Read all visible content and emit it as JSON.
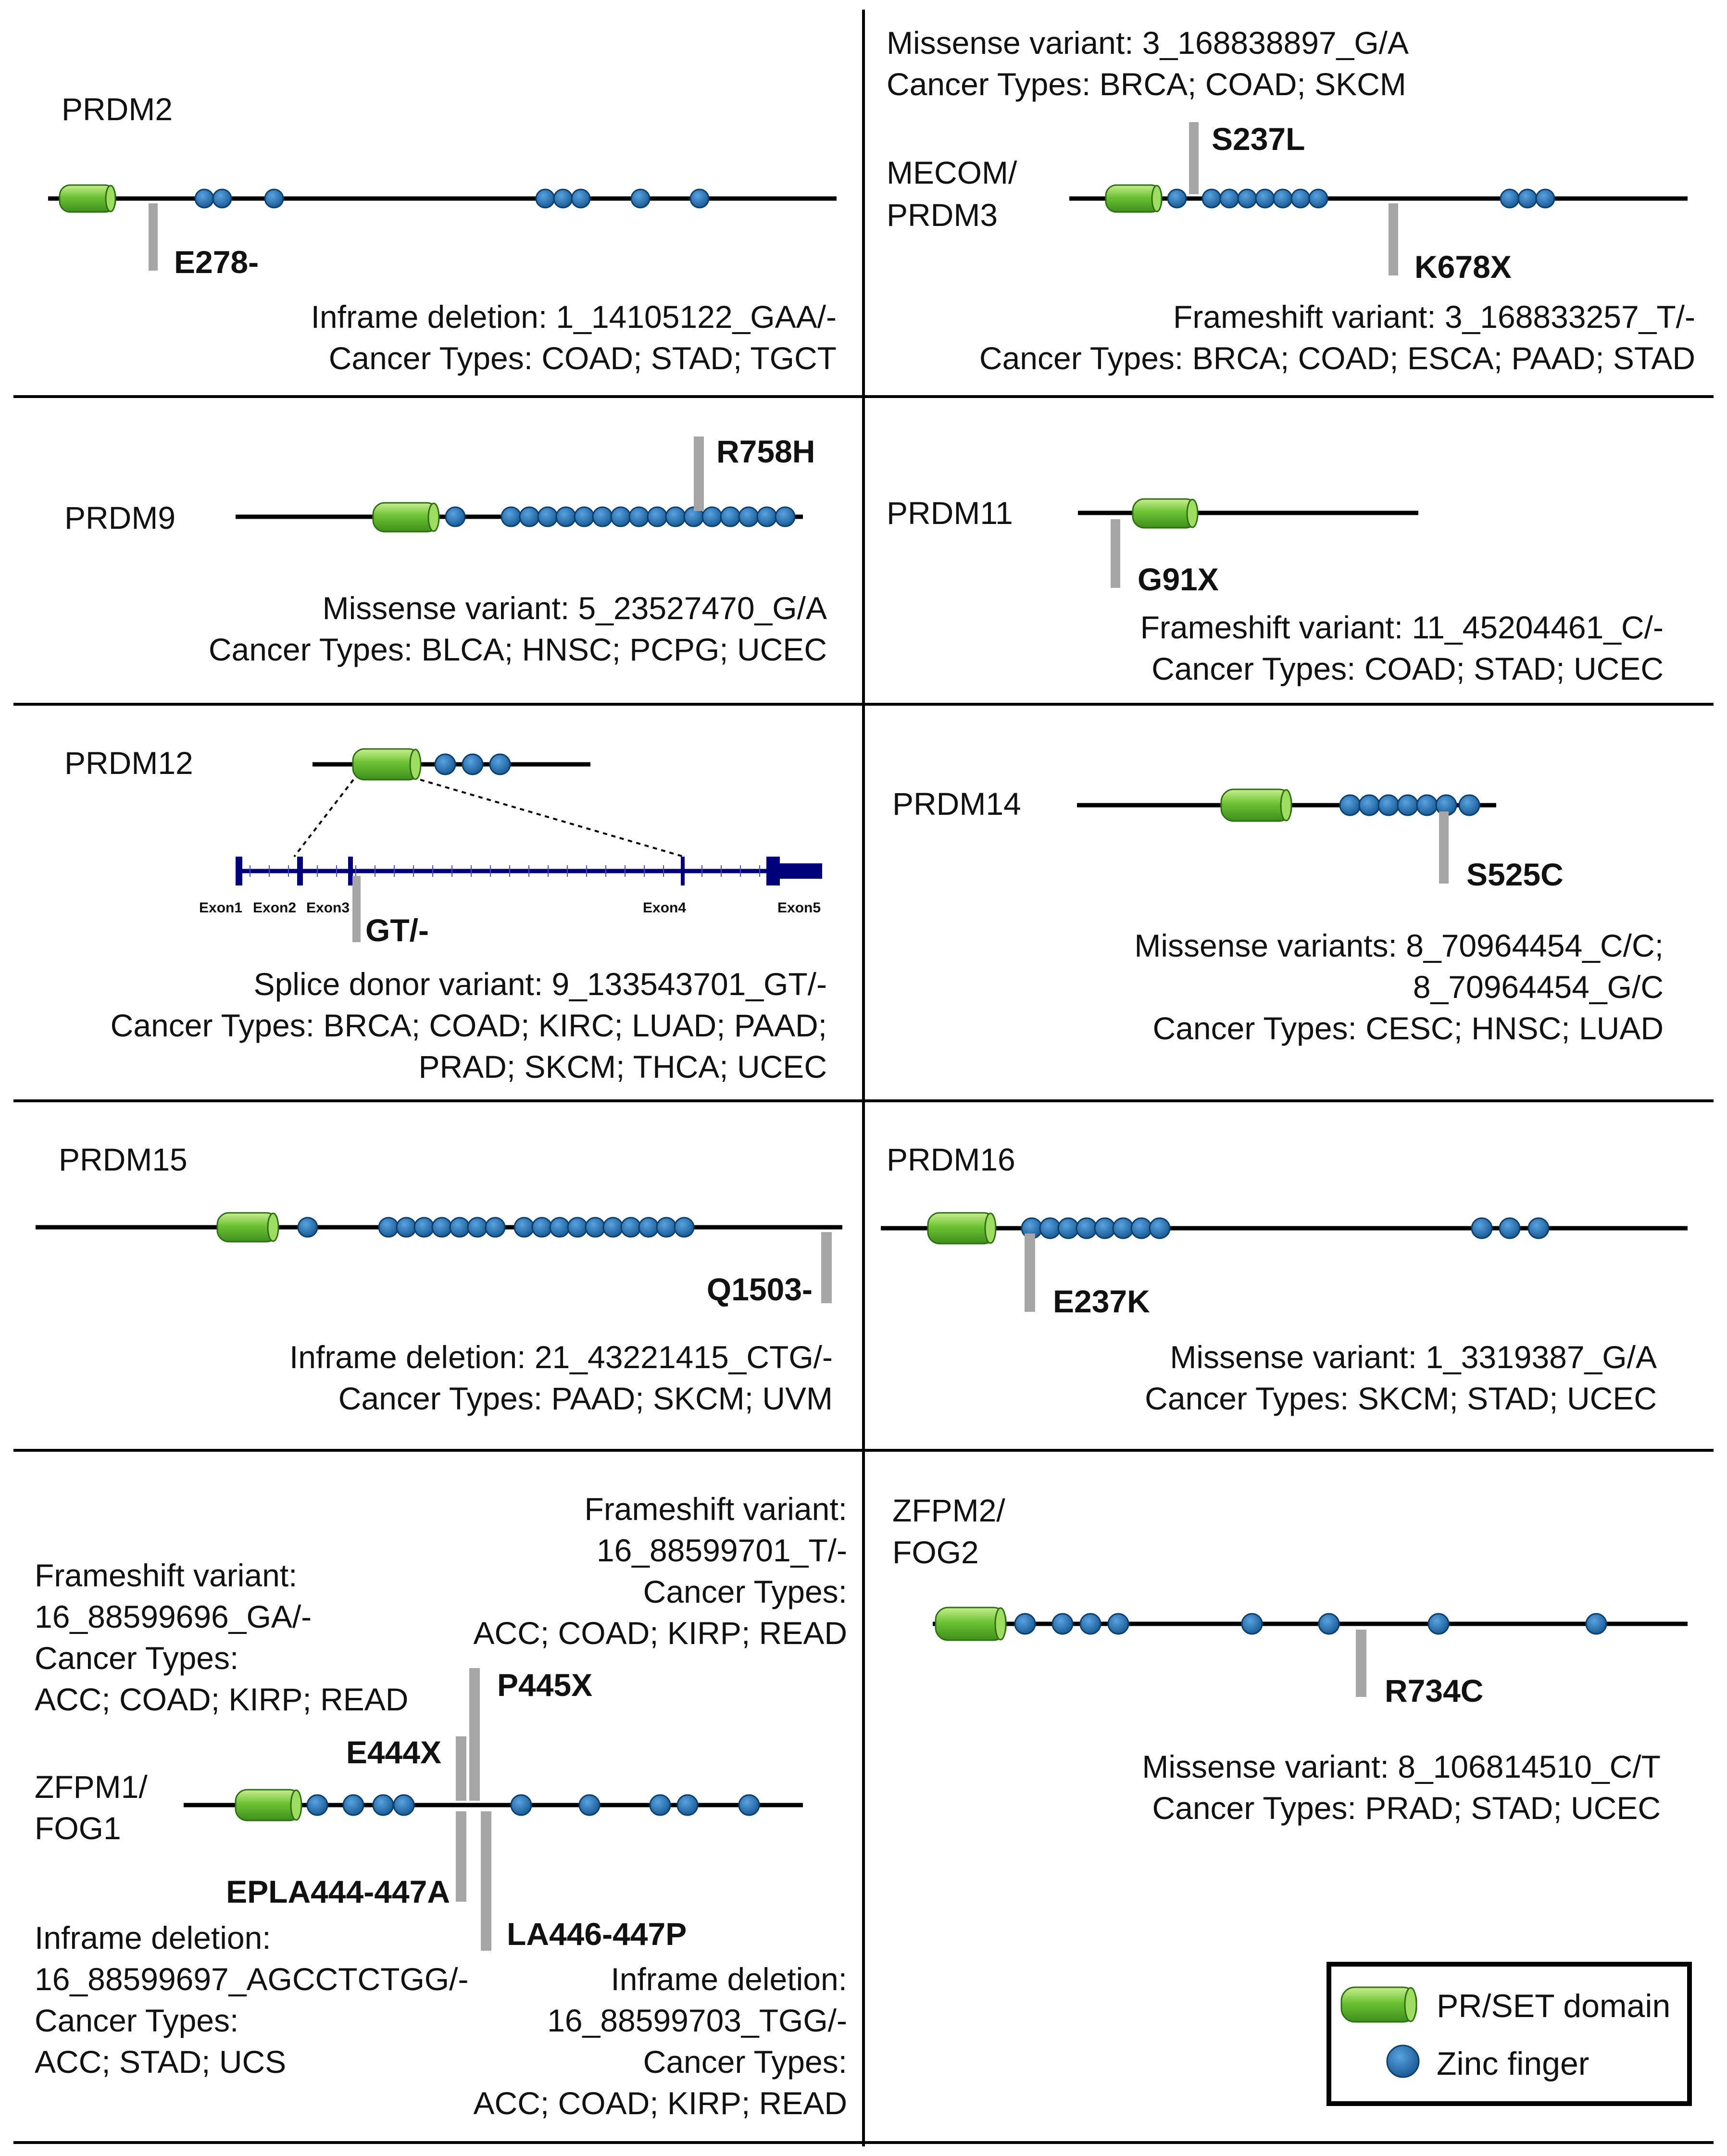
{
  "colors": {
    "protein_line": "#000000",
    "pr_set": "#5bb82c",
    "zinc_finger": "#1f6fb2",
    "mutation_bar": "#a6a6a6",
    "exon_track": "#00007a"
  },
  "panels": [
    {
      "id": "prdm2",
      "gene": [
        "PRDM2"
      ],
      "mutations": [
        {
          "label": "E278-"
        }
      ],
      "description": [
        "Inframe deletion: 1_14105122_GAA/-",
        "Cancer Types: COAD; STAD; TGCT"
      ]
    },
    {
      "id": "prdm3",
      "gene": [
        "MECOM/",
        "PRDM3"
      ],
      "mutations": [
        {
          "label": "S237L"
        },
        {
          "label": "K678X"
        }
      ],
      "description": [
        "Missense variant: 3_168838897_G/A",
        "Cancer Types: BRCA; COAD; SKCM"
      ],
      "description2": [
        "Frameshift variant: 3_168833257_T/-",
        "Cancer Types: BRCA; COAD; ESCA; PAAD; STAD"
      ]
    },
    {
      "id": "prdm9",
      "gene": [
        "PRDM9"
      ],
      "mutations": [
        {
          "label": "R758H"
        }
      ],
      "description": [
        "Missense variant: 5_23527470_G/A",
        "Cancer Types: BLCA; HNSC; PCPG; UCEC"
      ]
    },
    {
      "id": "prdm11",
      "gene": [
        "PRDM11"
      ],
      "mutations": [
        {
          "label": "G91X"
        }
      ],
      "description": [
        "Frameshift variant: 11_45204461_C/-",
        "Cancer Types: COAD; STAD; UCEC"
      ]
    },
    {
      "id": "prdm12",
      "gene": [
        "PRDM12"
      ],
      "mutations": [
        {
          "label": "GT/-"
        }
      ],
      "exons": [
        "Exon1",
        "Exon2",
        "Exon3",
        "Exon4",
        "Exon5"
      ],
      "description": [
        "Splice donor variant: 9_133543701_GT/-",
        "Cancer Types: BRCA; COAD; KIRC; LUAD; PAAD;",
        "PRAD; SKCM; THCA; UCEC"
      ]
    },
    {
      "id": "prdm14",
      "gene": [
        "PRDM14"
      ],
      "mutations": [
        {
          "label": "S525C"
        }
      ],
      "description": [
        "Missense variants: 8_70964454_C/C;",
        "8_70964454_G/C",
        "Cancer Types: CESC; HNSC; LUAD"
      ]
    },
    {
      "id": "prdm15",
      "gene": [
        "PRDM15"
      ],
      "mutations": [
        {
          "label": "Q1503-"
        }
      ],
      "description": [
        "Inframe deletion: 21_43221415_CTG/-",
        "Cancer Types: PAAD; SKCM; UVM"
      ]
    },
    {
      "id": "prdm16",
      "gene": [
        "PRDM16"
      ],
      "mutations": [
        {
          "label": "E237K"
        }
      ],
      "description": [
        "Missense variant: 1_3319387_G/A",
        "Cancer Types: SKCM; STAD; UCEC"
      ]
    },
    {
      "id": "zfpm1",
      "gene": [
        "ZFPM1/",
        "FOG1"
      ],
      "mutations": [
        {
          "label": "E444X"
        },
        {
          "label": "P445X"
        },
        {
          "label": "EPLA444-447A"
        },
        {
          "label": "LA446-447P"
        }
      ],
      "notes": [
        [
          "Frameshift variant:",
          "16_88599696_GA/-",
          "Cancer Types:",
          "ACC; COAD; KIRP; READ"
        ],
        [
          "Frameshift variant:",
          "16_88599701_T/-",
          "Cancer Types:",
          "ACC; COAD; KIRP; READ"
        ],
        [
          "Inframe deletion:",
          "16_88599697_AGCCTCTGG/-",
          "Cancer Types:",
          "ACC; STAD; UCS"
        ],
        [
          "Inframe deletion:",
          "16_88599703_TGG/-",
          "Cancer Types:",
          "ACC; COAD; KIRP; READ"
        ]
      ]
    },
    {
      "id": "zfpm2",
      "gene": [
        "ZFPM2/",
        "FOG2"
      ],
      "mutations": [
        {
          "label": "R734C"
        }
      ],
      "description": [
        "Missense variant: 8_106814510_C/T",
        "Cancer Types: PRAD; STAD; UCEC"
      ]
    }
  ],
  "legend": {
    "pr_set_label": "PR/SET domain",
    "zinc_finger_label": "Zinc finger"
  }
}
